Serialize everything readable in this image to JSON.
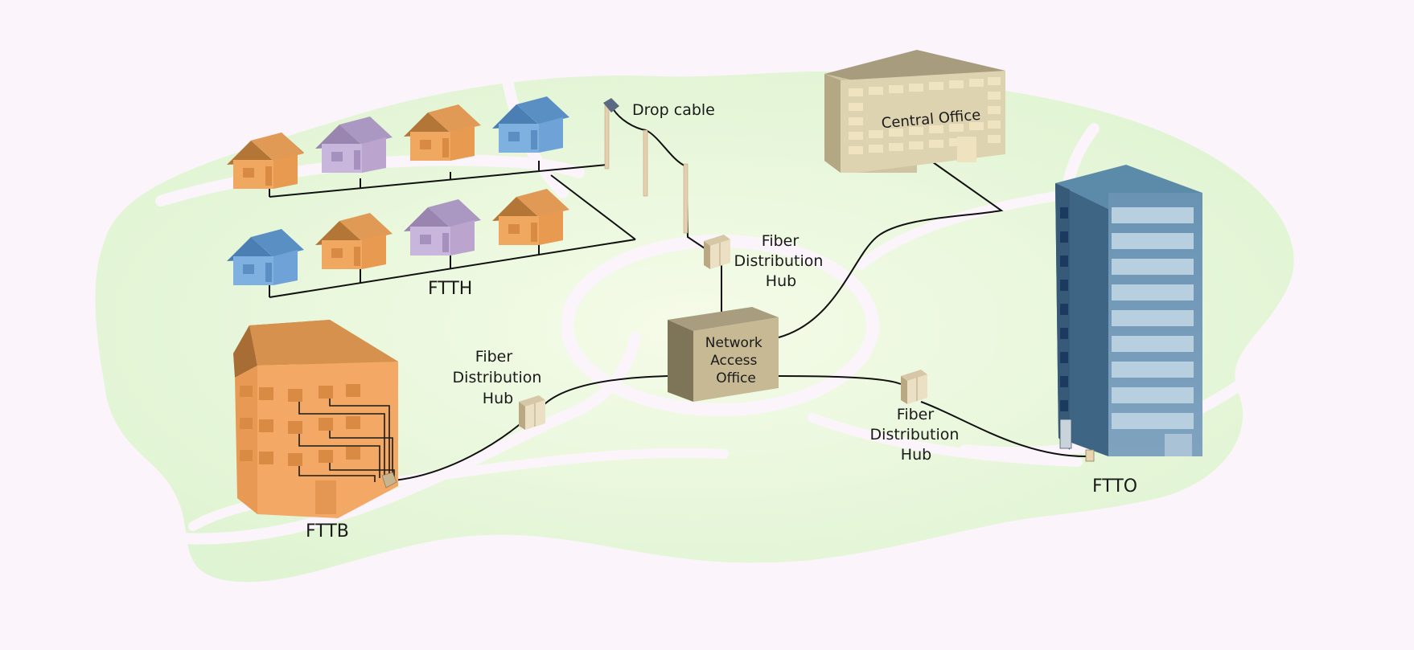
{
  "labels": {
    "drop_cable": "Drop cable",
    "central_office": "Central Office",
    "ftth": "FTTH",
    "fttb": "FTTB",
    "ftto": "FTTO",
    "network_access_office": [
      "Network",
      "Access",
      "Office"
    ],
    "fiber_hub_top": [
      "Fiber",
      "Distribution",
      "Hub"
    ],
    "fiber_hub_left": [
      "Fiber",
      "Distribution",
      "Hub"
    ],
    "fiber_hub_right": [
      "Fiber",
      "Distribution",
      "Hub"
    ]
  },
  "colors": {
    "background": "#fbf5fb",
    "land": "#e3f6d6",
    "road": "#fbf5fb",
    "house_orange": "#f0a860",
    "house_purple": "#c4afd6",
    "house_blue": "#6fa2d6",
    "apartment": "#f4a865",
    "tower": "#5d86a6",
    "central_office": "#cfc4a2",
    "network_office": "#c6b993",
    "hub": "#ece0c4",
    "cable": "#111111"
  },
  "icons": [
    "house-icon",
    "apartment-building-icon",
    "office-tower-icon",
    "central-office-icon",
    "network-access-office-icon",
    "fiber-hub-icon",
    "utility-pole-icon"
  ]
}
